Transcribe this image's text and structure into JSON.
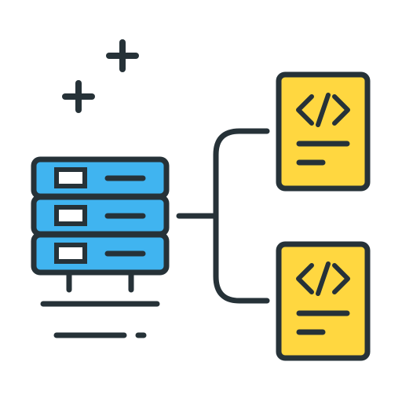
{
  "icon": {
    "name": "server-code-network-icon",
    "parts": {
      "server": "server-rack-icon",
      "connector": "connector-lines",
      "document_top": "code-document-icon",
      "document_bottom": "code-document-icon",
      "sparkles": "plus-sparkle-icon"
    }
  },
  "colors": {
    "outline": "#263238",
    "server_fill": "#40b4f0",
    "document_fill": "#ffd740",
    "background": "#ffffff"
  },
  "server": {
    "units": 3
  },
  "documents": {
    "count": 2,
    "code_symbol": "</>"
  }
}
